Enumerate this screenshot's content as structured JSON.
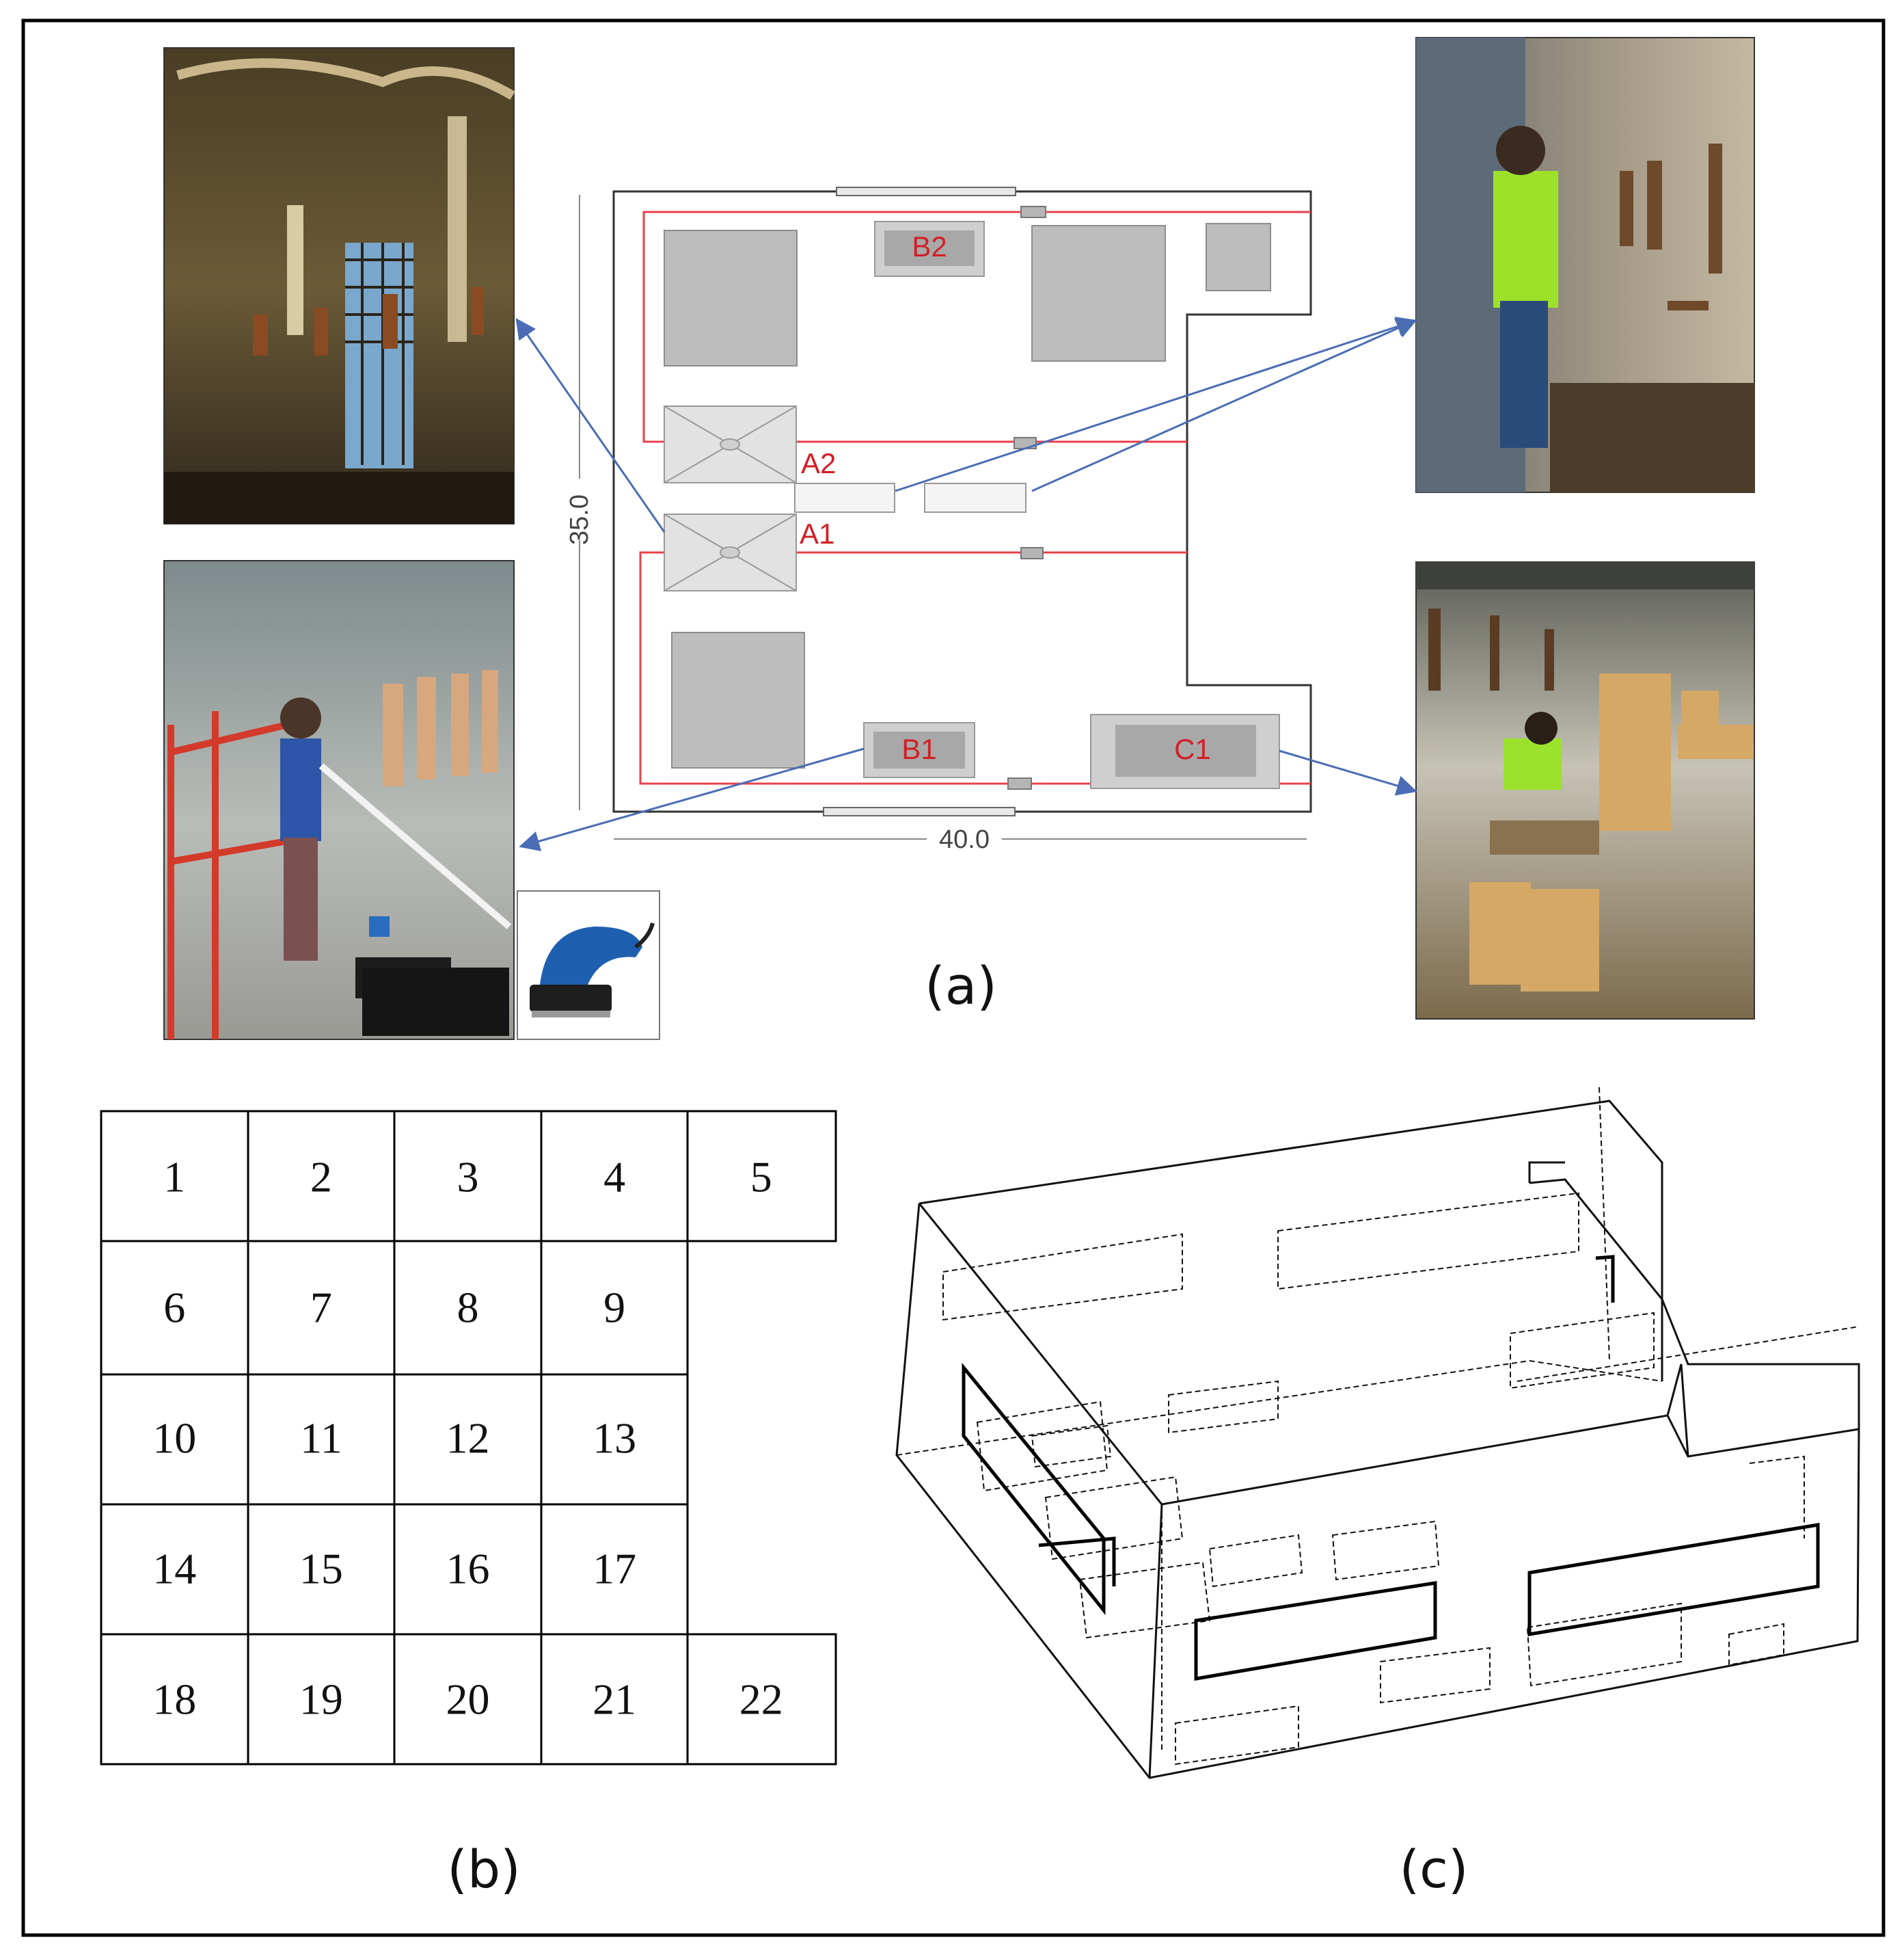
{
  "panel_labels": {
    "a": "(a)",
    "b": "(b)",
    "c": "(c)"
  },
  "floor_plan": {
    "dimensions": {
      "height": "35.0",
      "width": "40.0"
    },
    "zones": {
      "a1": "A1",
      "a2": "A2",
      "b1": "B1",
      "b2": "B2",
      "c1": "C1"
    },
    "colors": {
      "duct": "#e8404a",
      "equipment": "#bdbdbd",
      "arrow": "#4a6db5"
    }
  },
  "photos": [
    {
      "id": "spray-booth-photo",
      "caption": ""
    },
    {
      "id": "wall-painting-worker-photo",
      "caption": ""
    },
    {
      "id": "sanding-worker-photo",
      "caption": ""
    },
    {
      "id": "assembly-worker-photo",
      "caption": ""
    },
    {
      "id": "orbital-sander-photo",
      "caption": ""
    }
  ],
  "grid": {
    "rows": [
      [
        "1",
        "2",
        "3",
        "4",
        "5"
      ],
      [
        "6",
        "7",
        "8",
        "9"
      ],
      [
        "10",
        "11",
        "12",
        "13"
      ],
      [
        "14",
        "15",
        "16",
        "17"
      ],
      [
        "18",
        "19",
        "20",
        "21",
        "22"
      ]
    ]
  }
}
